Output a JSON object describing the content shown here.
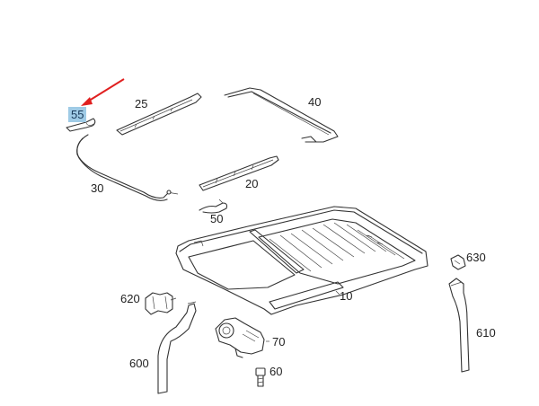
{
  "diagram": {
    "callouts": {
      "c55": "55",
      "c25": "25",
      "c40": "40",
      "c30": "30",
      "c20": "20",
      "c50": "50",
      "c630": "630",
      "c620": "620",
      "c10": "10",
      "c610": "610",
      "c70": "70",
      "c600": "600",
      "c60": "60"
    },
    "highlight_color": "#9fcbe6",
    "arrow_color": "#e02020"
  }
}
